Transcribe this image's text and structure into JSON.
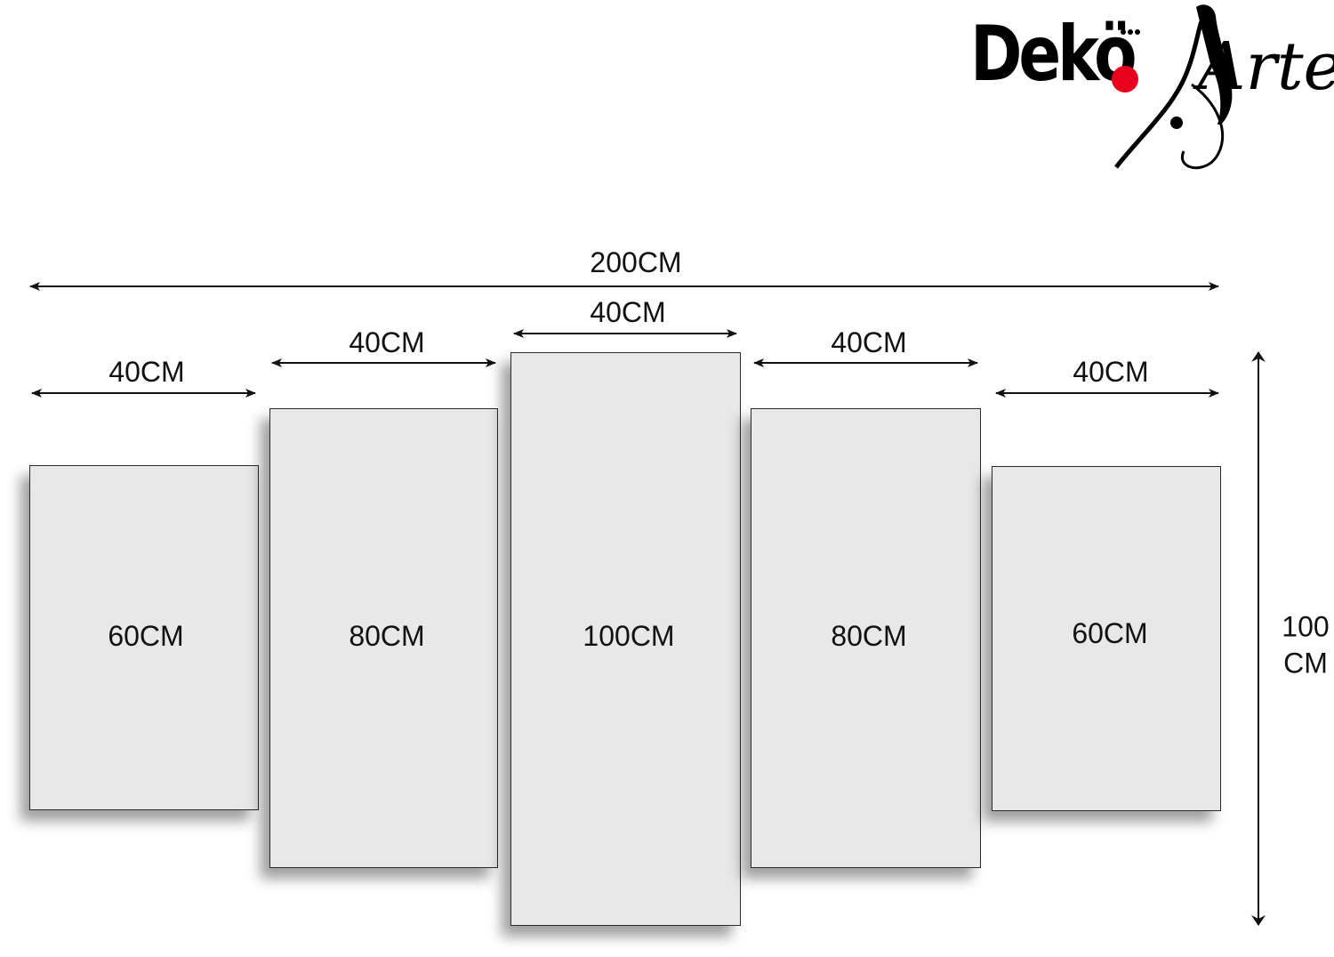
{
  "logo": {
    "text_main": "Dekö",
    "text_script": "Arte",
    "accent_color": "#e8001c"
  },
  "dimensions": {
    "total_width": "200CM",
    "total_height_line1": "100",
    "total_height_line2": "CM"
  },
  "panels": [
    {
      "width_label": "40CM",
      "height_label": "60CM"
    },
    {
      "width_label": "40CM",
      "height_label": "80CM"
    },
    {
      "width_label": "40CM",
      "height_label": "100CM"
    },
    {
      "width_label": "40CM",
      "height_label": "80CM"
    },
    {
      "width_label": "40CM",
      "height_label": "60CM"
    }
  ],
  "colors": {
    "panel_fill": "#e8e8e8",
    "line": "#111111"
  }
}
